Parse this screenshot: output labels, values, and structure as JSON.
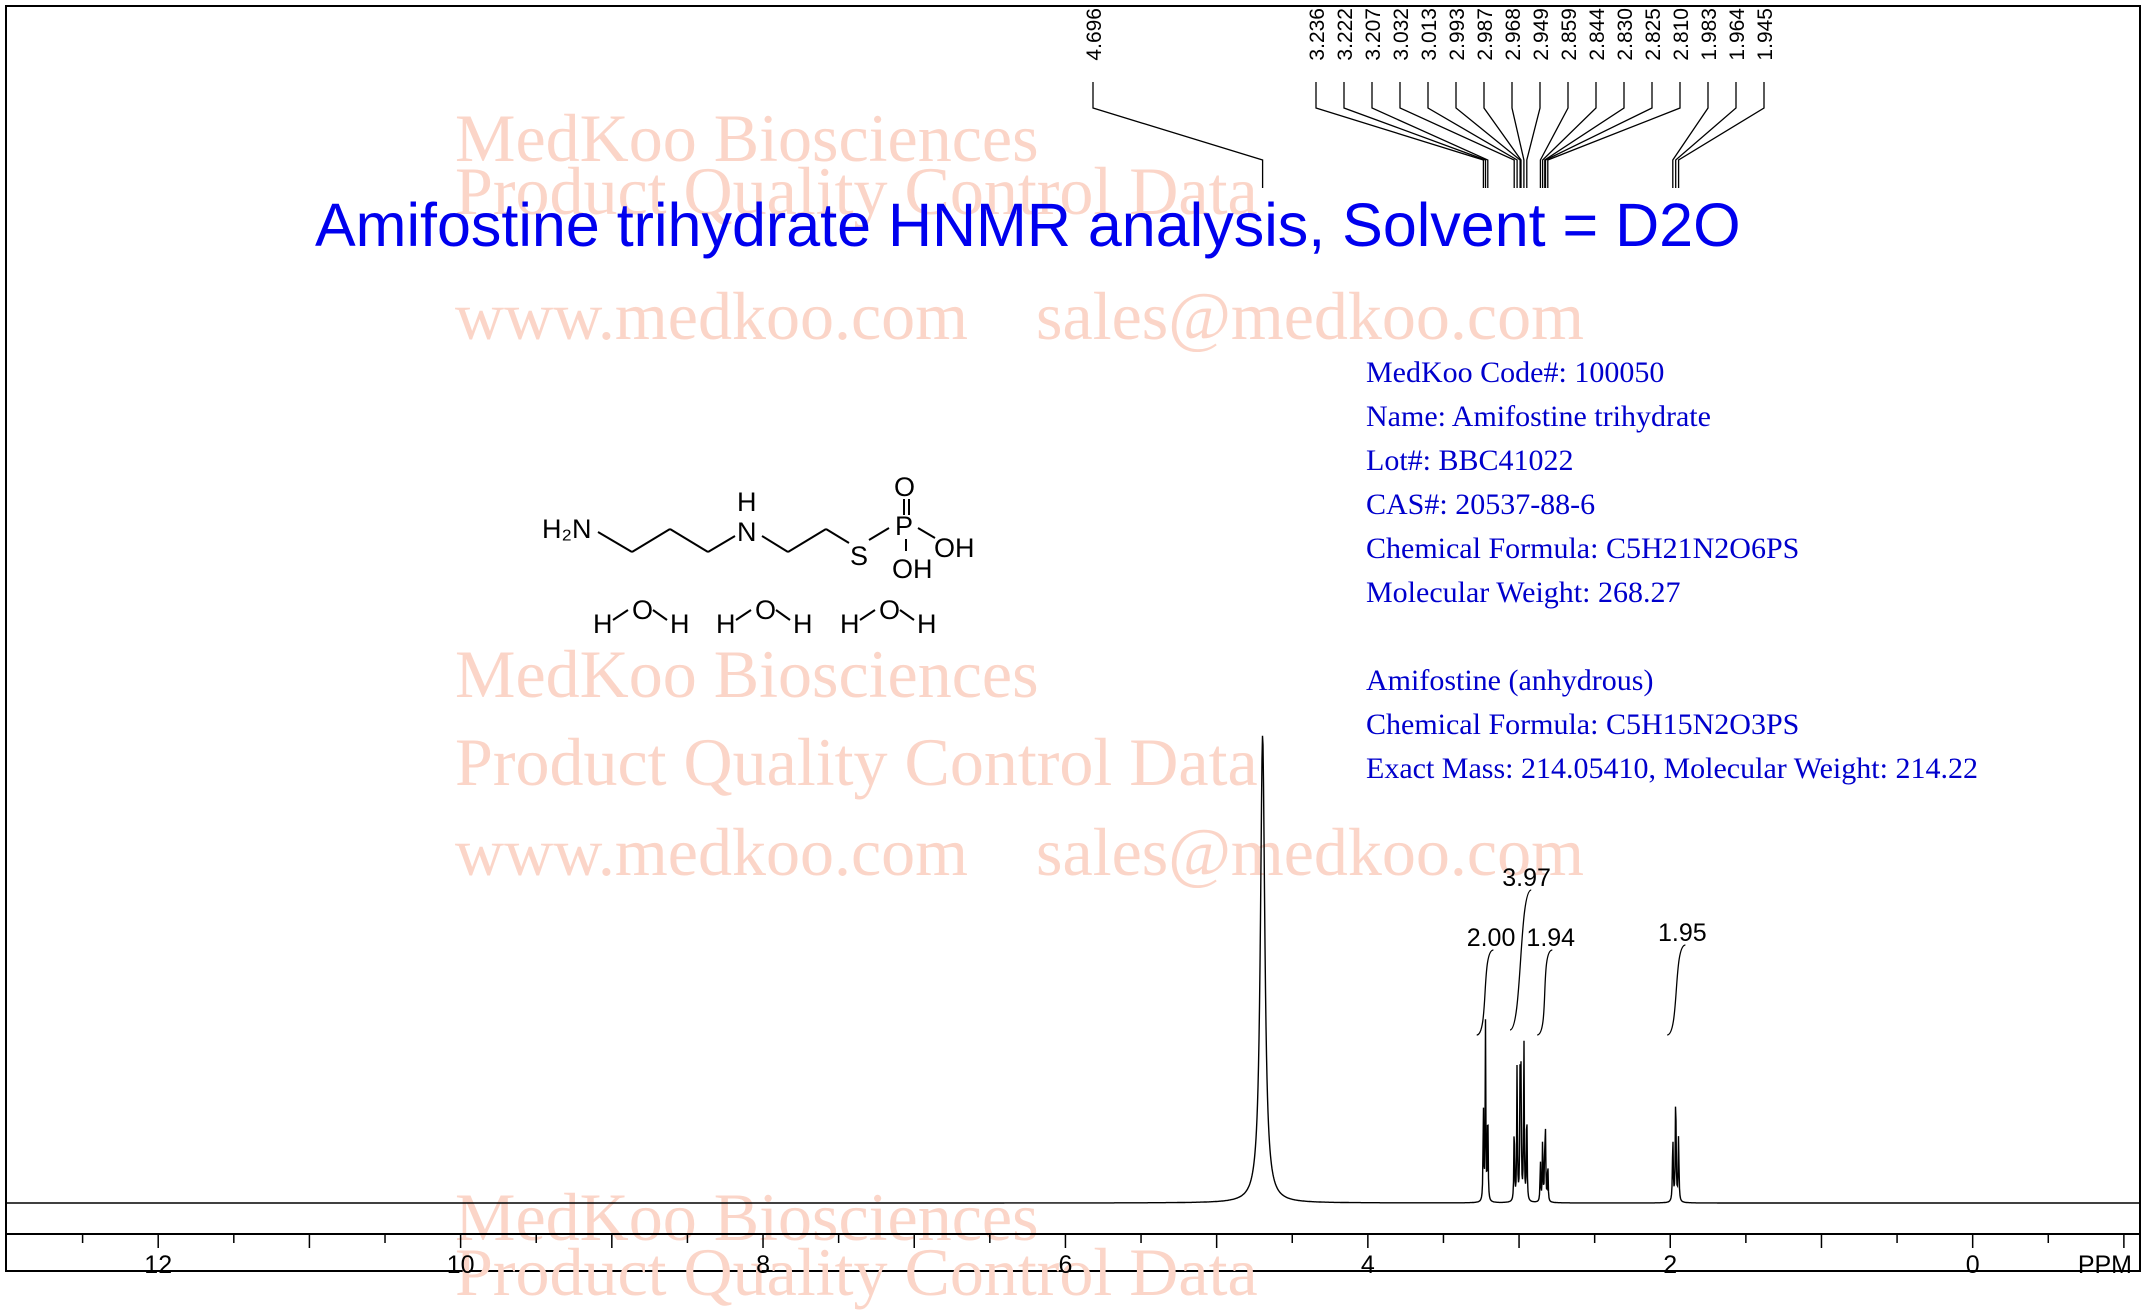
{
  "chart_data": {
    "type": "line",
    "title": "Amifostine trihydrate HNMR analysis, Solvent = D2O",
    "xlabel": "PPM",
    "xlim": [
      13.0,
      -1.1
    ],
    "x_direction": "reversed",
    "ticks": [
      "12",
      "10",
      "8",
      "6",
      "4",
      "2",
      "0"
    ],
    "tick_values": [
      12,
      10,
      8,
      6,
      4,
      2,
      0
    ],
    "series": [
      {
        "peaks": [
          {
            "ppm": 4.696,
            "height": 1.0,
            "width": 0.035
          },
          {
            "ppm": 3.236,
            "height": 0.21,
            "width": 0.005
          },
          {
            "ppm": 3.222,
            "height": 0.38,
            "width": 0.005
          },
          {
            "ppm": 3.207,
            "height": 0.22,
            "width": 0.005
          },
          {
            "ppm": 3.032,
            "height": 0.18,
            "width": 0.005
          },
          {
            "ppm": 3.013,
            "height": 0.3,
            "width": 0.005
          },
          {
            "ppm": 2.993,
            "height": 0.28,
            "width": 0.005
          },
          {
            "ppm": 2.987,
            "height": 0.25,
            "width": 0.005
          },
          {
            "ppm": 2.968,
            "height": 0.36,
            "width": 0.005
          },
          {
            "ppm": 2.949,
            "height": 0.22,
            "width": 0.005
          },
          {
            "ppm": 2.859,
            "height": 0.09,
            "width": 0.005
          },
          {
            "ppm": 2.844,
            "height": 0.14,
            "width": 0.005
          },
          {
            "ppm": 2.83,
            "height": 0.11,
            "width": 0.005
          },
          {
            "ppm": 2.825,
            "height": 0.13,
            "width": 0.005
          },
          {
            "ppm": 2.81,
            "height": 0.09,
            "width": 0.005
          },
          {
            "ppm": 1.983,
            "height": 0.14,
            "width": 0.006
          },
          {
            "ppm": 1.964,
            "height": 0.24,
            "width": 0.006
          },
          {
            "ppm": 1.945,
            "height": 0.14,
            "width": 0.006
          }
        ]
      }
    ],
    "peak_labels": [
      "4.696",
      "3.236",
      "3.222",
      "3.207",
      "3.032",
      "3.013",
      "2.993",
      "2.987",
      "2.968",
      "2.949",
      "2.859",
      "2.844",
      "2.830",
      "2.825",
      "2.810",
      "1.983",
      "1.964",
      "1.945"
    ],
    "integrals": [
      {
        "label": "2.00",
        "from": 3.28,
        "to": 3.17
      },
      {
        "label": "3.97",
        "from": 3.06,
        "to": 2.92
      },
      {
        "label": "1.94",
        "from": 2.88,
        "to": 2.78
      },
      {
        "label": "1.95",
        "from": 2.02,
        "to": 1.9
      }
    ]
  },
  "watermark": {
    "line1": "MedKoo Biosciences",
    "line2": "Product Quality Control Data",
    "line3": "www.medkoo.com    sales@medkoo.com"
  },
  "info": {
    "code": "MedKoo Code#: 100050",
    "name": "Name:  Amifostine trihydrate",
    "lot": "Lot#: BBC41022",
    "cas": "CAS#:  20537-88-6",
    "formula": "Chemical Formula: C5H21N2O6PS",
    "mw": "Molecular Weight: 268.27",
    "anhydrous_name": "Amifostine (anhydrous)",
    "anhydrous_formula": "Chemical Formula: C5H15N2O3PS",
    "anhydrous_mass": "Exact Mass: 214.05410, Molecular Weight: 214.22"
  },
  "structure": {
    "h2n": "H₂N",
    "n": "N",
    "h": "H",
    "s": "S",
    "p": "P",
    "o": "O",
    "oh": "OH"
  }
}
